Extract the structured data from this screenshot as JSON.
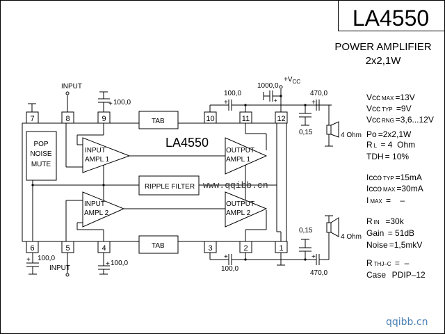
{
  "title": {
    "part_number": "LA4550",
    "description": "POWER AMPLIFIER",
    "power": "2x2,1W"
  },
  "ic": {
    "label": "LA4550",
    "blocks": {
      "pop_noise_mute": [
        "POP",
        "NOISE",
        "MUTE"
      ],
      "input_ampl_1": [
        "INPUT",
        "AMPL 1"
      ],
      "input_ampl_2": [
        "INPUT",
        "AMPL 2"
      ],
      "output_ampl_1": [
        "OUTPUT",
        "AMPL 1"
      ],
      "output_ampl_2": [
        "OUTPUT",
        "AMPL 2"
      ],
      "ripple_filter": "RIPPLE FILTER",
      "tab_top": "TAB",
      "tab_bottom": "TAB"
    },
    "pins_top": [
      "7",
      "8",
      "9",
      "10",
      "11",
      "12"
    ],
    "pins_bottom": [
      "6",
      "5",
      "4",
      "3",
      "2",
      "1"
    ]
  },
  "components": {
    "input_top": "INPUT",
    "input_bottom": "INPUT",
    "cap_pin9": "100,0",
    "cap_pin10_11": "100,0",
    "cap_vcc": "1000,0",
    "vcc_label": "+V",
    "vcc_sub": "CC",
    "cap_out_top": "470,0",
    "cap_filter_top": "0,15",
    "speaker_top": "4 Ohm",
    "cap_pin6": "100,0",
    "cap_pin4": "100,0",
    "cap_pin3_2": "100,0",
    "cap_out_bottom": "470,0",
    "cap_filter_bottom": "0,15",
    "speaker_bottom": "4 Ohm",
    "plus": "+"
  },
  "specs": [
    {
      "main": "Vcc",
      "sub": "MAX",
      "value": "=13V"
    },
    {
      "main": "Vcc",
      "sub": "TYP",
      "value": " =9V"
    },
    {
      "main": "Vcc",
      "sub": "RNG",
      "value": "=3,6...12V"
    },
    {
      "main": "Po",
      "sub": "",
      "value": "=2x2,1W"
    },
    {
      "main": "R",
      "sub": "L",
      "value": " = 4  Ohm"
    },
    {
      "main": "TDH",
      "sub": "",
      "value": "= 10%"
    },
    {
      "main": "Icco",
      "sub": "TYP",
      "value": "=15mA"
    },
    {
      "main": "Icco",
      "sub": "MAX",
      "value": "=30mA"
    },
    {
      "main": "I",
      "sub": "MAX",
      "value": " =    –"
    },
    {
      "main": "R",
      "sub": "IN",
      "value": "  =30k"
    },
    {
      "main": "Gain",
      "sub": "",
      "value": " = 51dB"
    },
    {
      "main": "Noise",
      "sub": "",
      "value": "=1,5mkV"
    },
    {
      "main": "R",
      "sub": "THJ–C",
      "value": " =  –"
    },
    {
      "main": "Case",
      "sub": "",
      "value": "  PDIP–12"
    }
  ],
  "watermark": {
    "center": "www.qqibb.cn",
    "corner": "qqibb.cn"
  }
}
